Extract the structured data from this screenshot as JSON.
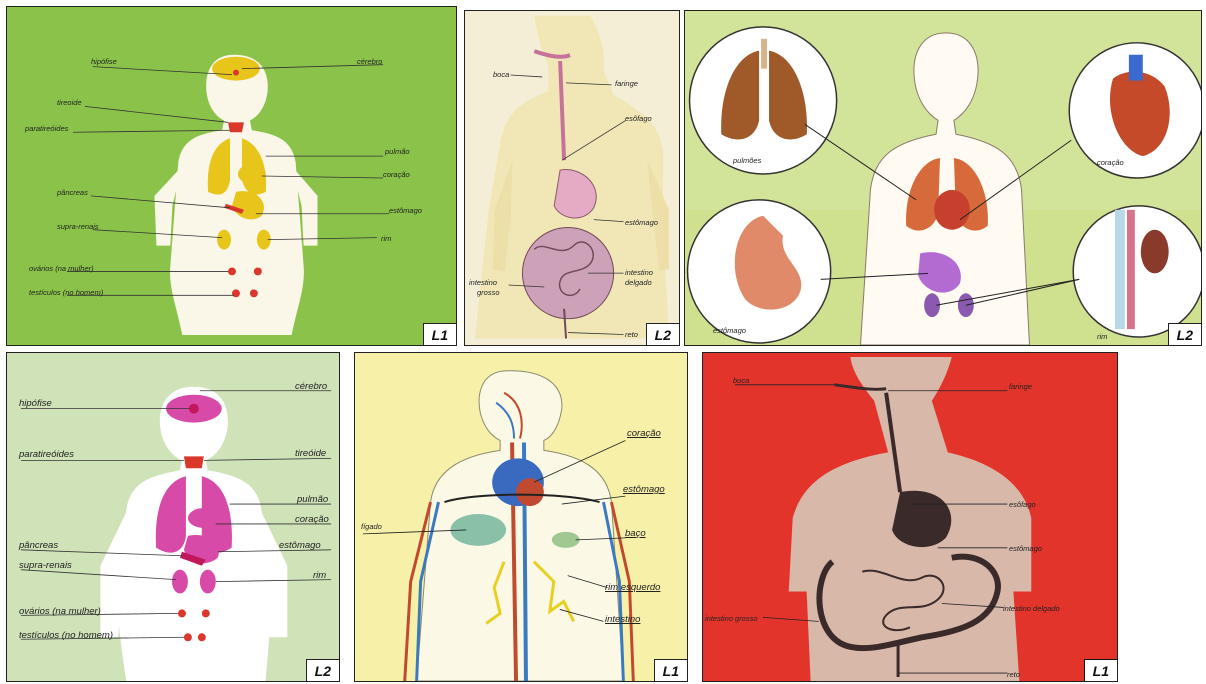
{
  "panels": [
    {
      "id": "p1",
      "tag": "L1",
      "labels": [
        "hipófise",
        "cérebro",
        "tireoide",
        "paratireóides",
        "pulmão",
        "coração",
        "pâncreas",
        "estômago",
        "supra-renais",
        "rim",
        "ovários (na mulher)",
        "testículos (no homem)"
      ]
    },
    {
      "id": "p2",
      "tag": "L2",
      "labels": [
        "boca",
        "faringe",
        "esôfago",
        "estômago",
        "intestino",
        "delgado",
        "intestino",
        "grosso",
        "reto"
      ]
    },
    {
      "id": "p3",
      "tag": "L2",
      "labels": [
        "pulmões",
        "coração",
        "estômago",
        "rim"
      ]
    },
    {
      "id": "p4",
      "tag": "L2",
      "labels": [
        "cérebro",
        "hipófise",
        "tireóide",
        "paratireóides",
        "pulmão",
        "coração",
        "pâncreas",
        "estômago",
        "supra-renais",
        "rim",
        "ovários (na mulher)",
        "testículos (no homem)"
      ]
    },
    {
      "id": "p5",
      "tag": "L1",
      "labels": [
        "coração",
        "estômago",
        "fígado",
        "baço",
        "rim esquerdo",
        "intestino"
      ]
    },
    {
      "id": "p6",
      "tag": "L1",
      "labels": [
        "boca",
        "faringe",
        "esôfago",
        "estômago",
        "intestino delgado",
        "intestino grosso",
        "reto"
      ]
    }
  ],
  "colors": {
    "green_bg": "#8bc34a",
    "yellow_organ": "#e8c51a",
    "red_organ": "#d9382b",
    "pink_organ": "#d74aa8",
    "red_bg": "#e3342c",
    "cream_bg": "#f7f0a8"
  }
}
